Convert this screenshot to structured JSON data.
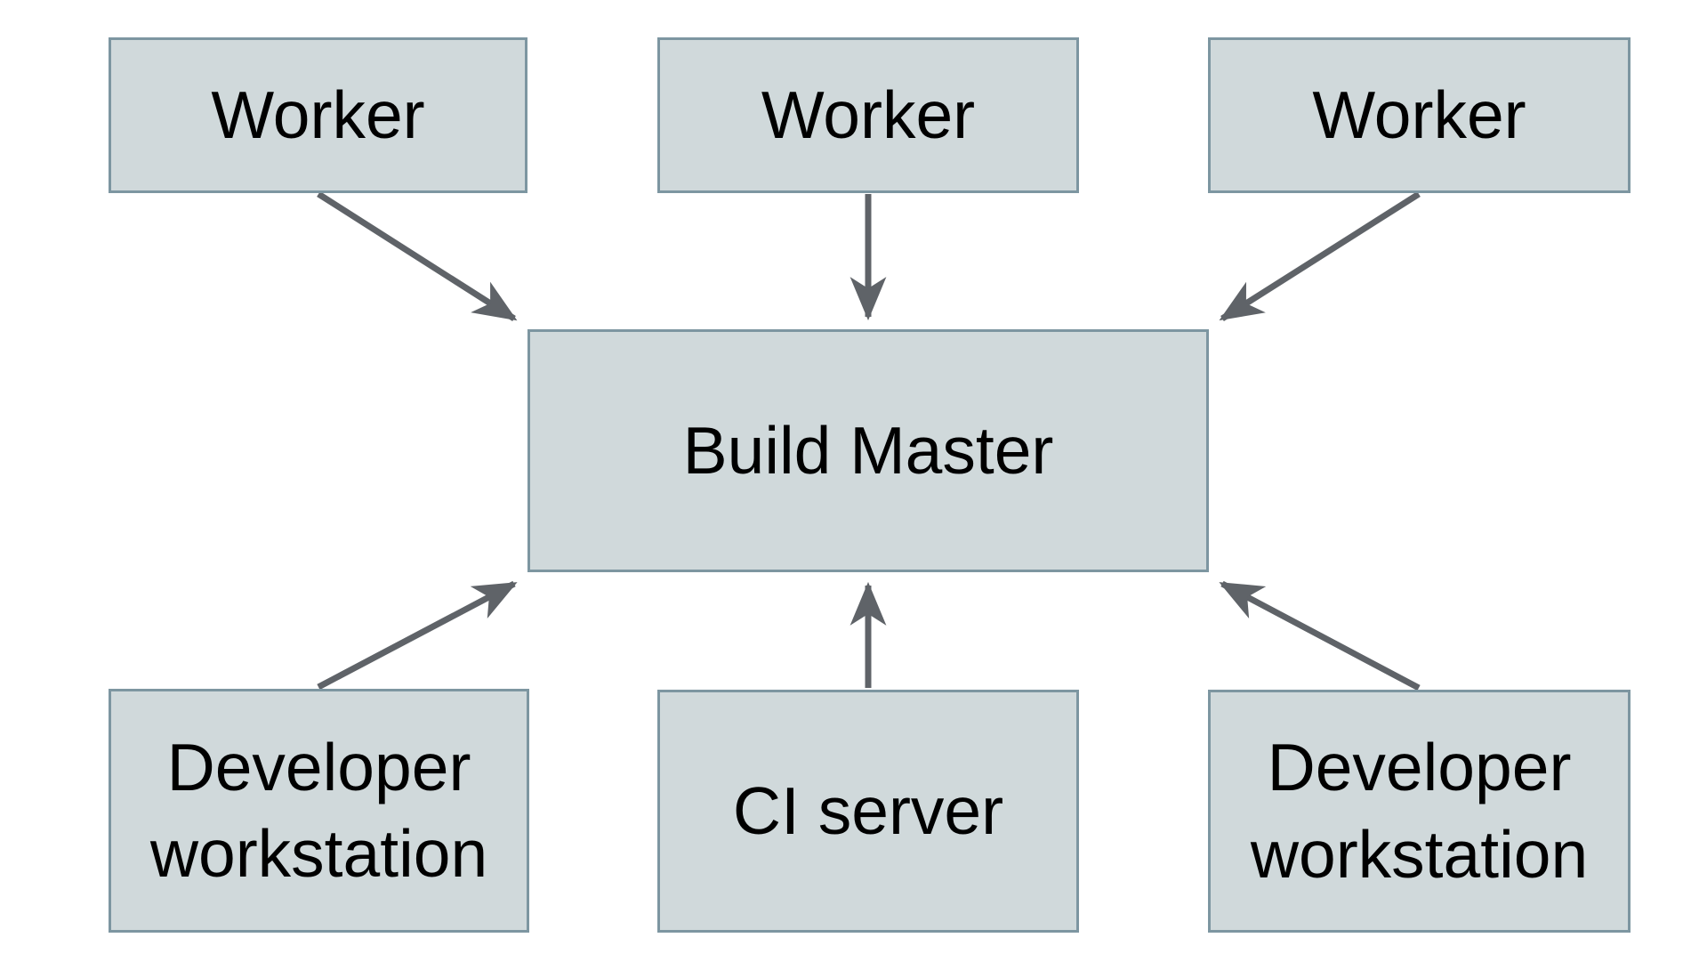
{
  "diagram": {
    "nodes": [
      {
        "id": "worker-1",
        "label": "Worker"
      },
      {
        "id": "worker-2",
        "label": "Worker"
      },
      {
        "id": "worker-3",
        "label": "Worker"
      },
      {
        "id": "build-master",
        "label": "Build Master"
      },
      {
        "id": "developer-workstation-1",
        "label": "Developer workstation"
      },
      {
        "id": "ci-server",
        "label": "CI server"
      },
      {
        "id": "developer-workstation-2",
        "label": "Developer workstation"
      }
    ],
    "edges": [
      {
        "from": "worker-1",
        "to": "build-master"
      },
      {
        "from": "worker-2",
        "to": "build-master"
      },
      {
        "from": "worker-3",
        "to": "build-master"
      },
      {
        "from": "developer-workstation-1",
        "to": "build-master"
      },
      {
        "from": "ci-server",
        "to": "build-master"
      },
      {
        "from": "developer-workstation-2",
        "to": "build-master"
      }
    ],
    "colors": {
      "node_fill": "#d0d9db",
      "node_border": "#7d96a1",
      "arrow": "#5f6368",
      "text": "#000000",
      "background": "#ffffff"
    }
  }
}
